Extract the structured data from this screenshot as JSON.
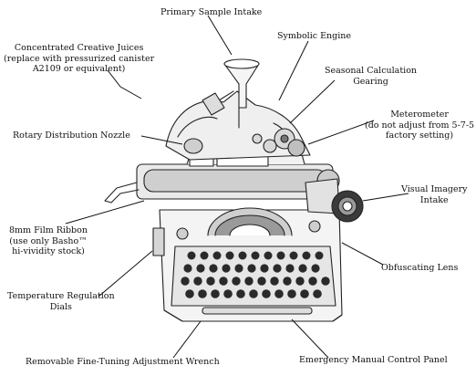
{
  "diagram": {
    "labels": {
      "primary_sample_intake": [
        "Primary Sample Intake"
      ],
      "concentrated_creative_juices": [
        "Concentrated Creative Juices",
        "(replace with pressurized canister",
        "A2109 or equivalent)"
      ],
      "symbolic_engine": [
        "Symbolic Engine"
      ],
      "seasonal_calculation_gearing": [
        "Seasonal Calculation",
        "Gearing"
      ],
      "meterometer": [
        "Meterometer",
        "(do not adjust from 5-7-5",
        "factory setting)"
      ],
      "rotary_distribution_nozzle": [
        "Rotary Distribution Nozzle"
      ],
      "visual_imagery_intake": [
        "Visual Imagery",
        "Intake"
      ],
      "film_ribbon": [
        "8mm Film Ribbon",
        "(use only Basho™",
        "hi-vividity stock)"
      ],
      "obfuscating_lens": [
        "Obfuscating Lens"
      ],
      "temperature_regulation_dials": [
        "Temperature Regulation",
        "Dials"
      ],
      "fine_tuning_wrench": [
        "Removable Fine-Tuning Adjustment Wrench"
      ],
      "emergency_control_panel": [
        "Emergency Manual Control Panel"
      ]
    },
    "colors": {
      "ink": "#111111",
      "paper": "#ffffff"
    }
  }
}
